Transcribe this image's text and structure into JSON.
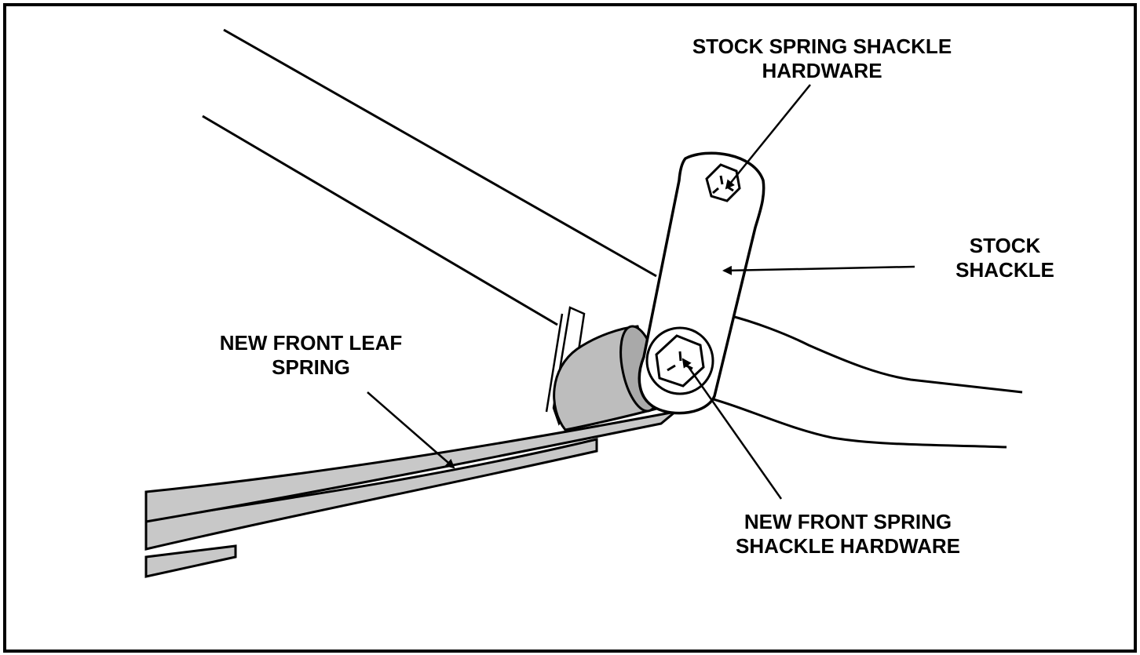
{
  "labels": {
    "stock_hardware": [
      "STOCK SPRING SHACKLE",
      "HARDWARE"
    ],
    "stock_shackle": [
      "STOCK",
      "SHACKLE"
    ],
    "new_leaf_spring": [
      "NEW FRONT LEAF",
      "SPRING"
    ],
    "new_hardware": [
      "NEW FRONT SPRING",
      "SHACKLE HARDWARE"
    ]
  },
  "colors": {
    "ink": "#000000",
    "spring_fill": "#c8c8c8",
    "bushing_fill": "#bdbdbd",
    "background": "#ffffff"
  }
}
